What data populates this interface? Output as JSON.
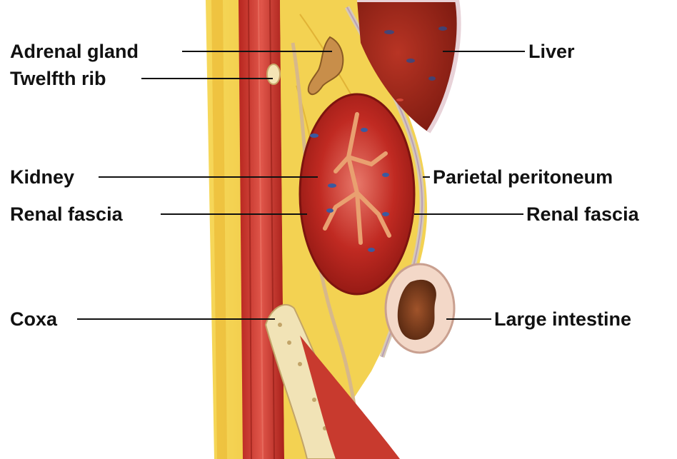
{
  "labels": {
    "adrenal_gland": "Adrenal gland",
    "twelfth_rib": "Twelfth rib",
    "kidney": "Kidney",
    "renal_fascia_left": "Renal fascia",
    "coxa": "Coxa",
    "liver": "Liver",
    "parietal_peritoneum": "Parietal peritoneum",
    "renal_fascia_right": "Renal fascia",
    "large_intestine": "Large intestine"
  },
  "colors": {
    "fat": "#f2cf45",
    "muscle": "#c9332c",
    "kidney": "#b8221c",
    "bone": "#efe2b4",
    "liver": "#9a2418",
    "leader": "#111111"
  }
}
